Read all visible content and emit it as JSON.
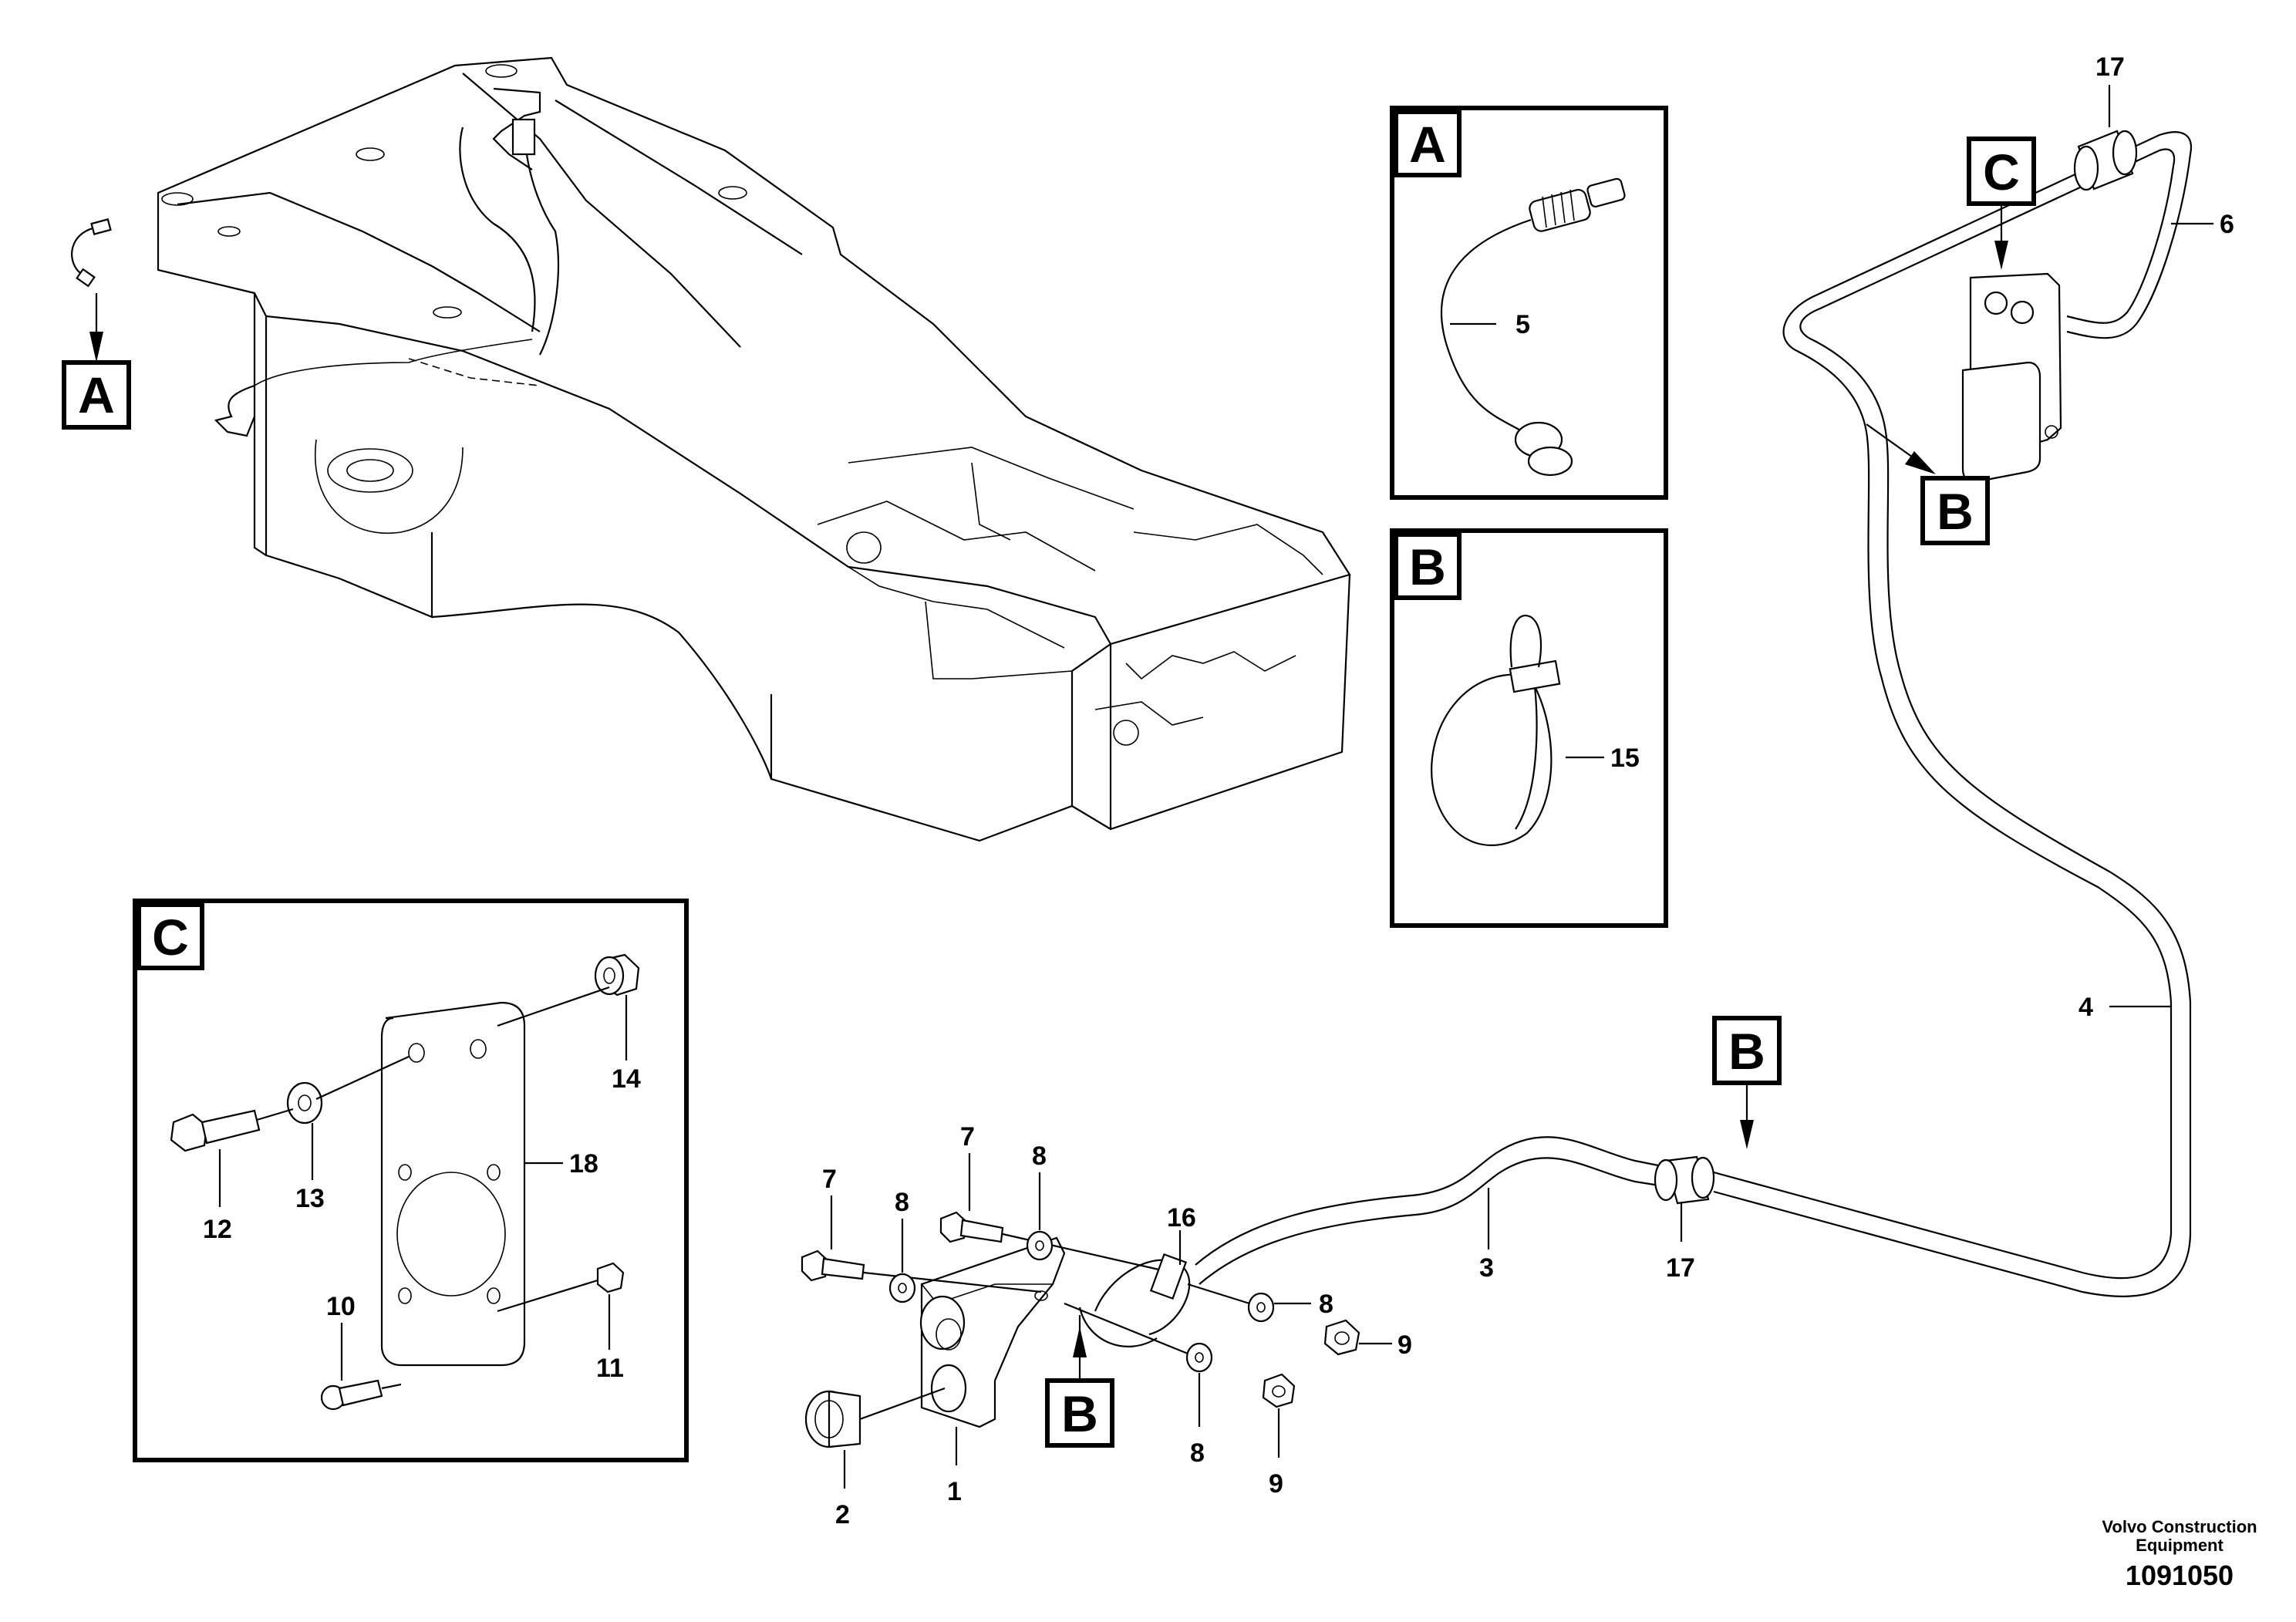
{
  "callouts": {
    "A": "A",
    "B": "B",
    "C": "C"
  },
  "parts": {
    "p1": "1",
    "p2": "2",
    "p3": "3",
    "p4": "4",
    "p5": "5",
    "p6": "6",
    "p7": "7",
    "p8": "8",
    "p9": "9",
    "p10": "10",
    "p11": "11",
    "p12": "12",
    "p13": "13",
    "p14": "14",
    "p15": "15",
    "p16": "16",
    "p17": "17",
    "p18": "18"
  },
  "footer": {
    "company_line1": "Volvo Construction",
    "company_line2": "Equipment",
    "drawing_number": "1091050"
  }
}
